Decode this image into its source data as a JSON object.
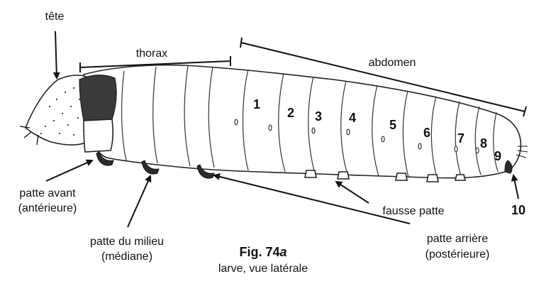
{
  "labels": {
    "tete": "tête",
    "thorax": "thorax",
    "abdomen": "abdomen",
    "patte_avant_1": "patte avant",
    "patte_avant_2": "(antérieure)",
    "patte_milieu_1": "patte du milieu",
    "patte_milieu_2": "(médiane)",
    "fausse_patte": "fausse patte",
    "patte_arriere_1": "patte arrière",
    "patte_arriere_2": "(postérieure)",
    "seg10": "10"
  },
  "segments": [
    "1",
    "2",
    "3",
    "4",
    "5",
    "6",
    "7",
    "8",
    "9"
  ],
  "caption": {
    "fig_prefix": "Fig. 74",
    "fig_suffix": "a",
    "subtitle": "larve, vue latérale"
  }
}
